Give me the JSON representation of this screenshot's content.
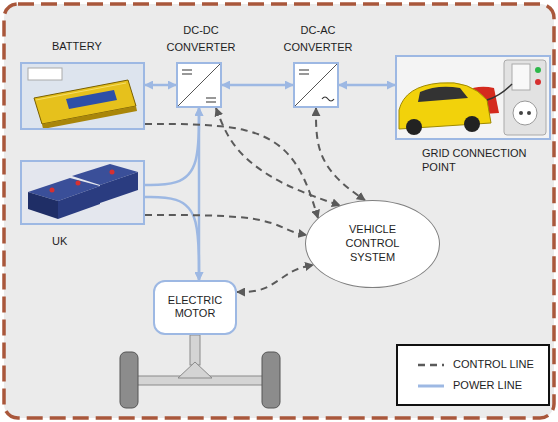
{
  "diagram": {
    "nodes": [
      {
        "text": [
          "BATTERY"
        ]
      },
      {
        "text": [
          "DC-DC CONVERTER"
        ]
      },
      {
        "text": [
          "DC-AC CONVERTER"
        ]
      },
      {
        "text": [
          "GRID CONNECTION POINT"
        ]
      },
      {
        "text": [
          "UK"
        ]
      },
      {
        "text": [
          "VEHICLE CONTROL SYSTEM"
        ]
      },
      {
        "text": [
          "ELECTRIC MOTOR"
        ]
      }
    ],
    "edges": [
      {
        "from": 0,
        "to": 1,
        "arrow": "both"
      },
      {
        "from": 1,
        "to": 2,
        "arrow": "both"
      },
      {
        "from": 2,
        "to": 3,
        "arrow": "both"
      },
      {
        "from": 1,
        "to": 6,
        "arrow": "both"
      },
      {
        "from": 4,
        "to": 1,
        "arrow": "to"
      },
      {
        "from": 4,
        "to": 6,
        "arrow": "to"
      },
      {
        "from": 0,
        "to": 5,
        "arrow": "to"
      },
      {
        "from": 4,
        "to": 5,
        "arrow": "to"
      },
      {
        "from": 1,
        "to": 5,
        "arrow": "both"
      },
      {
        "from": 2,
        "to": 5,
        "arrow": "both"
      },
      {
        "from": 6,
        "to": 5,
        "arrow": "both"
      }
    ],
    "legend": [
      {
        "text": "CONTROL LINE"
      },
      {
        "text": "POWER LINE"
      }
    ]
  }
}
